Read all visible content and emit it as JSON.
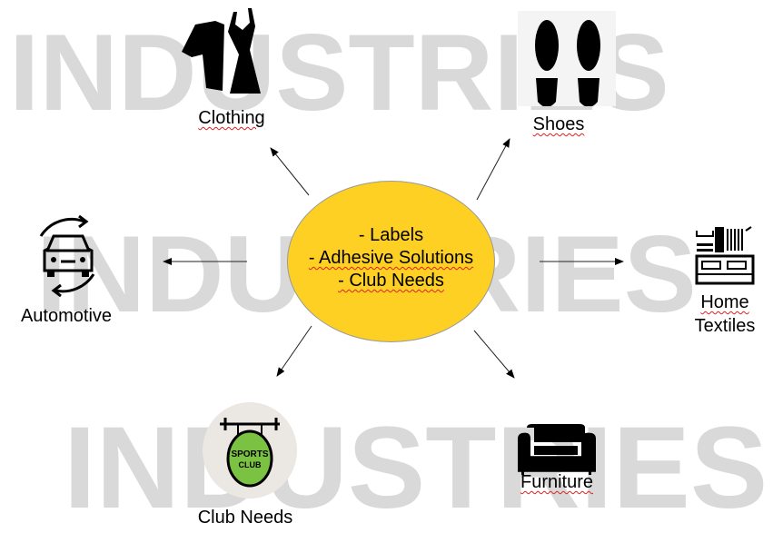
{
  "watermark": "INDUSTRIES",
  "center": {
    "lines": [
      "- Labels",
      "- Adhesive Solutions",
      "- Club Needs"
    ],
    "fill": "#fdd023"
  },
  "nodes": {
    "clothing": "Clothing",
    "shoes": "Shoes",
    "automotive": "Automotive",
    "home_textiles_1": "Home",
    "home_textiles_2": "Textiles",
    "club_needs": "Club Needs",
    "furniture": "Furniture"
  },
  "sign": {
    "line1": "SPORTS",
    "line2": "CLUB",
    "color": "#7cc242"
  }
}
